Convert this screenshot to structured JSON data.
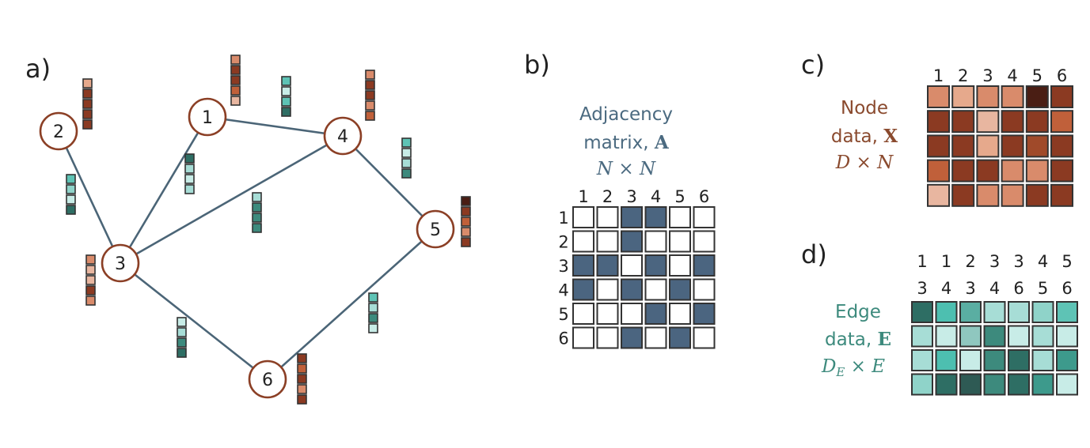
{
  "panels": {
    "a": "a)",
    "b": "b)",
    "c": "c)",
    "d": "d)"
  },
  "colors": {
    "edge": "#4b6577",
    "node_stroke": "#8b3f25",
    "adj_fill": "#4b6580",
    "adj_text": "#4b6a80",
    "node_text": "#8a4a2e",
    "edge_text": "#3d8a7d"
  },
  "graph": {
    "nodes": [
      {
        "id": "1",
        "label": "1",
        "vec": [
          "#d98b6b",
          "#8b3a22",
          "#8b3a22",
          "#c0603a",
          "#e8b6a0"
        ]
      },
      {
        "id": "2",
        "label": "2",
        "vec": [
          "#e6a98c",
          "#8b3a22",
          "#8b3a22",
          "#8b3a22",
          "#8b3a22"
        ]
      },
      {
        "id": "3",
        "label": "3",
        "vec": [
          "#d98b6b",
          "#e8b6a0",
          "#e8b6a0",
          "#8b3a22",
          "#d98b6b"
        ]
      },
      {
        "id": "4",
        "label": "4",
        "vec": [
          "#d98b6b",
          "#8b3a22",
          "#8b3a22",
          "#d98b6b",
          "#c0603a"
        ]
      },
      {
        "id": "5",
        "label": "5",
        "vec": [
          "#4a1e14",
          "#8b3a22",
          "#c0603a",
          "#d98b6b",
          "#8b3a22"
        ]
      },
      {
        "id": "6",
        "label": "6",
        "vec": [
          "#8b3a22",
          "#c0603a",
          "#8b3a22",
          "#d98b6b",
          "#8b3a22"
        ]
      }
    ],
    "edges": [
      {
        "from": "1",
        "to": "3",
        "vec": [
          "#2e6e64",
          "#a7ddd6",
          "#c8ece7",
          "#a7ddd6"
        ]
      },
      {
        "from": "1",
        "to": "4",
        "vec": [
          "#5ec3b5",
          "#c8ece7",
          "#5ec3b5",
          "#2e6e64"
        ]
      },
      {
        "from": "2",
        "to": "3",
        "vec": [
          "#5ec3b5",
          "#8fd3c9",
          "#c8ece7",
          "#2e6e64"
        ]
      },
      {
        "from": "3",
        "to": "4",
        "vec": [
          "#a7ddd6",
          "#3d8a7d",
          "#3d8a7d",
          "#3d8a7d"
        ]
      },
      {
        "from": "3",
        "to": "6",
        "vec": [
          "#c8ece7",
          "#a7ddd6",
          "#3d8a7d",
          "#2e6e64"
        ]
      },
      {
        "from": "4",
        "to": "5",
        "vec": [
          "#5ec3b5",
          "#c8ece7",
          "#a7ddd6",
          "#3d8a7d"
        ]
      },
      {
        "from": "5",
        "to": "6",
        "vec": [
          "#5ec3b5",
          "#a7ddd6",
          "#3d8a7d",
          "#c8ece7"
        ]
      }
    ]
  },
  "adjacency": {
    "caption_line1": "Adjacency",
    "caption_line2": "matrix,",
    "symbol": "A",
    "dims_a": "N",
    "dims_times": "×",
    "dims_b": "N",
    "col_labels": [
      "1",
      "2",
      "3",
      "4",
      "5",
      "6"
    ],
    "row_labels": [
      "1",
      "2",
      "3",
      "4",
      "5",
      "6"
    ],
    "matrix": [
      [
        0,
        0,
        1,
        1,
        0,
        0
      ],
      [
        0,
        0,
        1,
        0,
        0,
        0
      ],
      [
        1,
        1,
        0,
        1,
        0,
        1
      ],
      [
        1,
        0,
        1,
        0,
        1,
        0
      ],
      [
        0,
        0,
        0,
        1,
        0,
        1
      ],
      [
        0,
        0,
        1,
        0,
        1,
        0
      ]
    ]
  },
  "node_data": {
    "caption_line1": "Node",
    "caption_line2": "data,",
    "symbol": "X",
    "dims_a": "D",
    "dims_times": "×",
    "dims_b": "N",
    "col_labels": [
      "1",
      "2",
      "3",
      "4",
      "5",
      "6"
    ],
    "cells": [
      [
        "#d98b6b",
        "#e6a98c",
        "#d98b6b",
        "#d98b6b",
        "#4a1e14",
        "#8b3a22"
      ],
      [
        "#8b3a22",
        "#8b3a22",
        "#e8b6a0",
        "#8b3a22",
        "#8b3a22",
        "#c0603a"
      ],
      [
        "#8b3a22",
        "#8b3a22",
        "#e6a98c",
        "#8b3a22",
        "#a04a2a",
        "#8b3a22"
      ],
      [
        "#c0603a",
        "#8b3a22",
        "#8b3a22",
        "#d98b6b",
        "#d98b6b",
        "#8b3a22"
      ],
      [
        "#e8b6a0",
        "#8b3a22",
        "#d98b6b",
        "#d98b6b",
        "#8b3a22",
        "#8b3a22"
      ]
    ]
  },
  "edge_data": {
    "caption_line1": "Edge",
    "caption_line2": "data,",
    "symbol": "E",
    "dims_a": "D",
    "dims_sub": "E",
    "dims_times": "×",
    "dims_b": "E",
    "col_top": [
      "1",
      "1",
      "2",
      "3",
      "3",
      "4",
      "5"
    ],
    "col_bottom": [
      "3",
      "4",
      "3",
      "4",
      "6",
      "5",
      "6"
    ],
    "cells": [
      [
        "#2e6e64",
        "#4dbfb0",
        "#5aaea2",
        "#a7ddd6",
        "#a7ddd6",
        "#8fd3c9",
        "#5ec3b5"
      ],
      [
        "#a7ddd6",
        "#c8ece7",
        "#8fc7bf",
        "#3d8a7d",
        "#c8ece7",
        "#a7ddd6",
        "#c8ece7"
      ],
      [
        "#a7ddd6",
        "#4dbfb0",
        "#c8ece7",
        "#3d8a7d",
        "#2e6e64",
        "#a7ddd6",
        "#3d9a8c"
      ],
      [
        "#8fd3c9",
        "#2e6e64",
        "#2e5a54",
        "#3d8a7d",
        "#2e6e64",
        "#3d9a8c",
        "#c8ece7"
      ]
    ]
  }
}
